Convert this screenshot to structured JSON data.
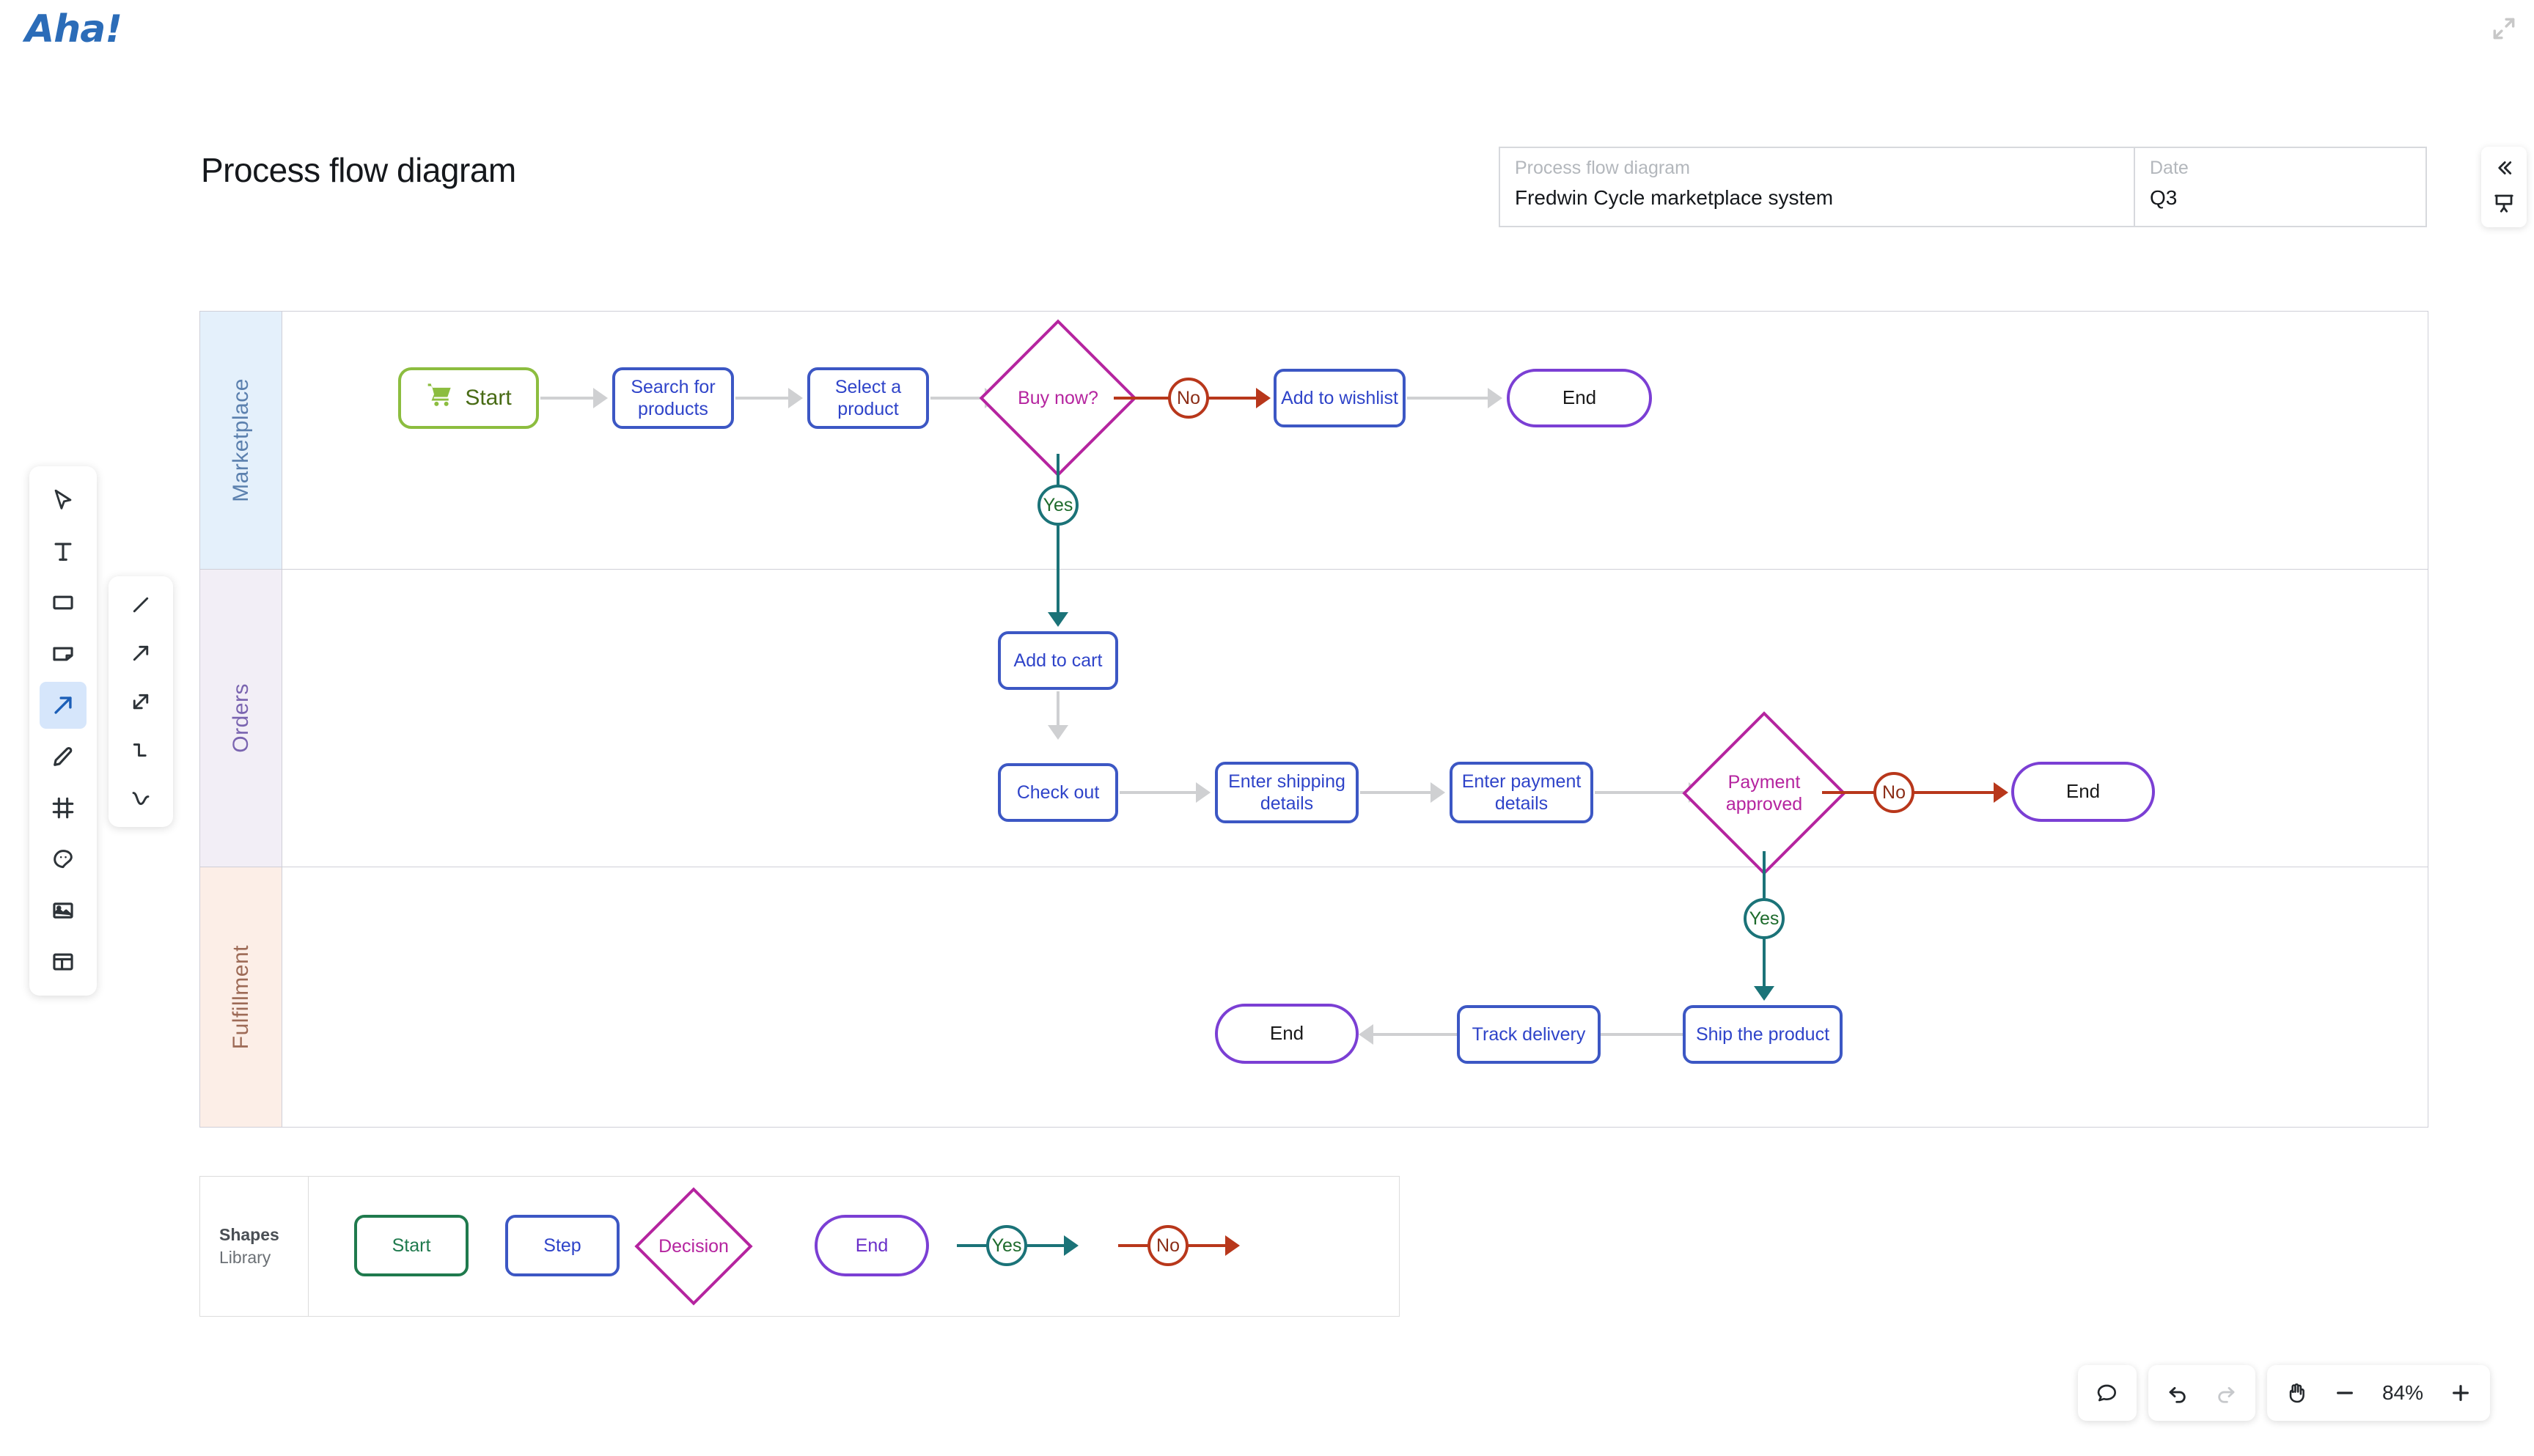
{
  "app": {
    "brand": "Aha!"
  },
  "header": {
    "title": "Process flow diagram",
    "info": {
      "left_label": "Process flow diagram",
      "left_value": "Fredwin Cycle marketplace system",
      "right_label": "Date",
      "right_value": "Q3"
    }
  },
  "toolbar": {
    "items": [
      {
        "name": "select-tool",
        "label": "Select"
      },
      {
        "name": "text-tool",
        "label": "Text"
      },
      {
        "name": "rectangle-tool",
        "label": "Rectangle"
      },
      {
        "name": "sticky-note-tool",
        "label": "Sticky note"
      },
      {
        "name": "connector-tool",
        "label": "Connector",
        "active": true
      },
      {
        "name": "pencil-tool",
        "label": "Draw"
      },
      {
        "name": "frame-tool",
        "label": "Frame"
      },
      {
        "name": "sticker-tool",
        "label": "Sticker"
      },
      {
        "name": "image-tool",
        "label": "Image"
      },
      {
        "name": "template-tool",
        "label": "Template"
      }
    ],
    "connector_styles": [
      {
        "name": "line-style",
        "label": "Line"
      },
      {
        "name": "arrow-style",
        "label": "Arrow"
      },
      {
        "name": "double-arrow-style",
        "label": "Double arrow"
      },
      {
        "name": "elbow-style",
        "label": "Elbow"
      },
      {
        "name": "curve-style",
        "label": "Curve"
      }
    ]
  },
  "right_panel": {
    "collapse_label": "Collapse",
    "present_label": "Present"
  },
  "diagram": {
    "lanes": [
      {
        "name": "marketplace",
        "label": "Marketplace"
      },
      {
        "name": "orders",
        "label": "Orders"
      },
      {
        "name": "fulfillment",
        "label": "Fulfillment"
      }
    ],
    "nodes": {
      "start": "Start",
      "search_for_products": "Search for products",
      "select_a_product": "Select a product",
      "buy_now": "Buy now?",
      "add_to_wishlist": "Add to wishlist",
      "end_marketplace": "End",
      "add_to_cart": "Add to cart",
      "check_out": "Check out",
      "enter_shipping_details": "Enter shipping details",
      "enter_payment_details": "Enter payment details",
      "payment_approved": "Payment approved",
      "end_orders": "End",
      "ship_the_product": "Ship the product",
      "track_delivery": "Track delivery",
      "end_fulfillment": "End"
    },
    "labels": {
      "yes_buy_now": "Yes",
      "no_buy_now": "No",
      "yes_payment": "Yes",
      "no_payment": "No"
    },
    "colors": {
      "step": "#3c57c4",
      "start": "#8cbd3f",
      "end": "#7b3fd4",
      "decision": "#b5249f",
      "yes": "#1b7378",
      "no": "#b8371b",
      "connector": "#cfd0d2"
    }
  },
  "library": {
    "title": "Shapes",
    "subtitle": "Library",
    "shapes": [
      {
        "name": "start-shape",
        "label": "Start"
      },
      {
        "name": "step-shape",
        "label": "Step"
      },
      {
        "name": "decision-shape",
        "label": "Decision"
      },
      {
        "name": "end-shape",
        "label": "End"
      },
      {
        "name": "yes-connector-shape",
        "label": "Yes"
      },
      {
        "name": "no-connector-shape",
        "label": "No"
      }
    ]
  },
  "bottom_bar": {
    "comment_label": "Comment",
    "undo_label": "Undo",
    "redo_label": "Redo",
    "pan_label": "Pan",
    "zoom_out_label": "Zoom out",
    "zoom_in_label": "Zoom in",
    "zoom_value": "84%"
  }
}
